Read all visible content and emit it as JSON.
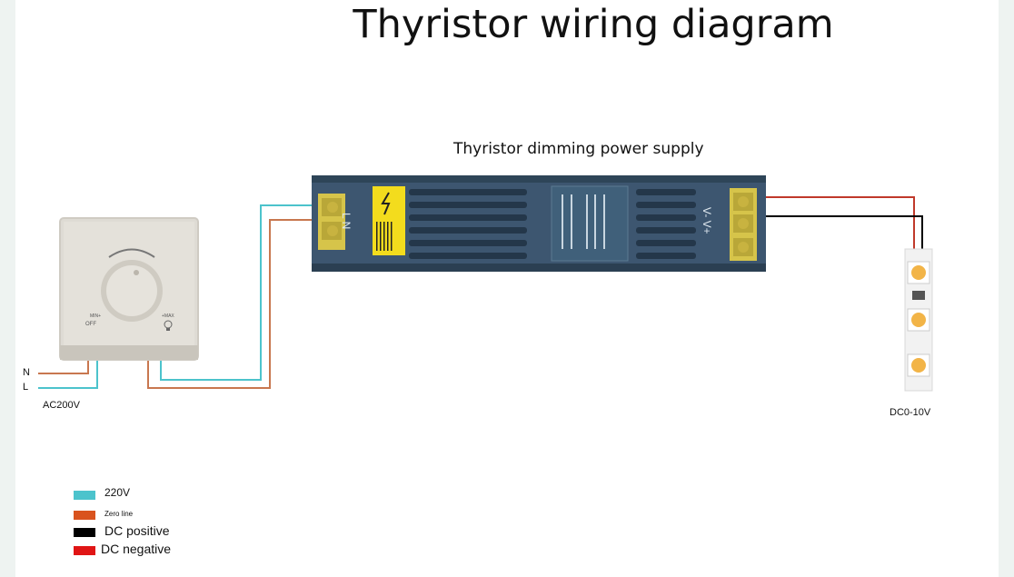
{
  "title": "Thyristor wiring diagram",
  "psu_label": "Thyristor dimming power supply",
  "input_labels": {
    "neutral": "N",
    "line": "L",
    "source": "AC200V"
  },
  "output_label": "DC0-10V",
  "dimmer": {
    "min_label": "MIN+\nOFF",
    "max_label": "+MAX"
  },
  "psu_terminals": {
    "left": "L N",
    "right": "V- V+"
  },
  "colors": {
    "v220": "#4cc3cc",
    "zero_line": "#d9531e",
    "dc_positive": "#000000",
    "dc_negative": "#e01515",
    "psu_body": "#3d5670",
    "terminal": "#d6c44a"
  },
  "legend": [
    {
      "label": "220V",
      "color": "#4cc3cc"
    },
    {
      "label": "Zero line",
      "color": "#d9531e"
    },
    {
      "label": "DC positive",
      "color": "#000000"
    },
    {
      "label": "DC negative",
      "color": "#e01515"
    }
  ]
}
